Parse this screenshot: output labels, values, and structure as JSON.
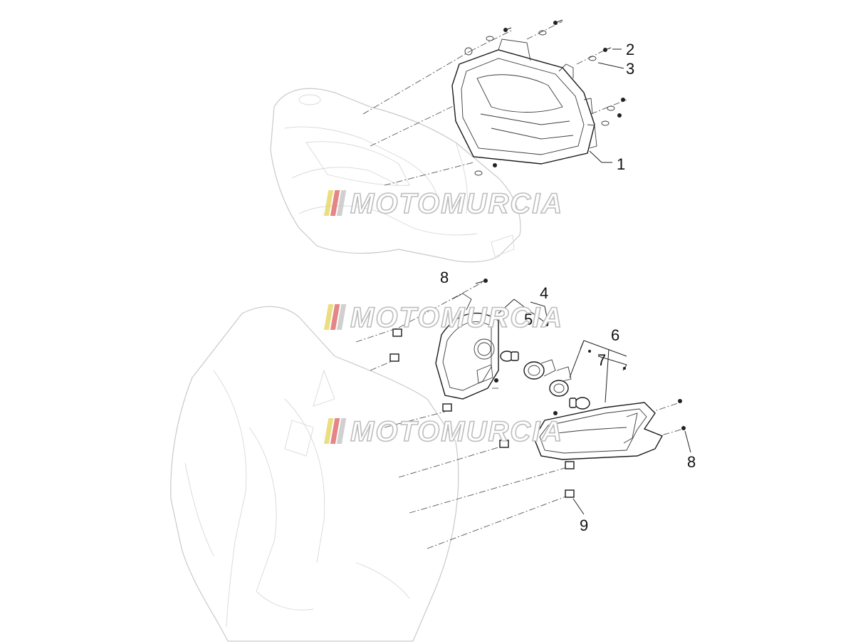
{
  "callouts": [
    {
      "id": "c1",
      "label": "1"
    },
    {
      "id": "c2",
      "label": "2"
    },
    {
      "id": "c3",
      "label": "3"
    },
    {
      "id": "c4",
      "label": "4"
    },
    {
      "id": "c5",
      "label": "5"
    },
    {
      "id": "c6",
      "label": "6"
    },
    {
      "id": "c7",
      "label": "7"
    },
    {
      "id": "c8a",
      "label": "8"
    },
    {
      "id": "c8b",
      "label": "8"
    },
    {
      "id": "c9",
      "label": "9"
    }
  ],
  "watermark": {
    "text": "MOTOMURCIA",
    "stripe_colors": [
      "#e8d86a",
      "#e07070",
      "#c8c8c8"
    ]
  }
}
